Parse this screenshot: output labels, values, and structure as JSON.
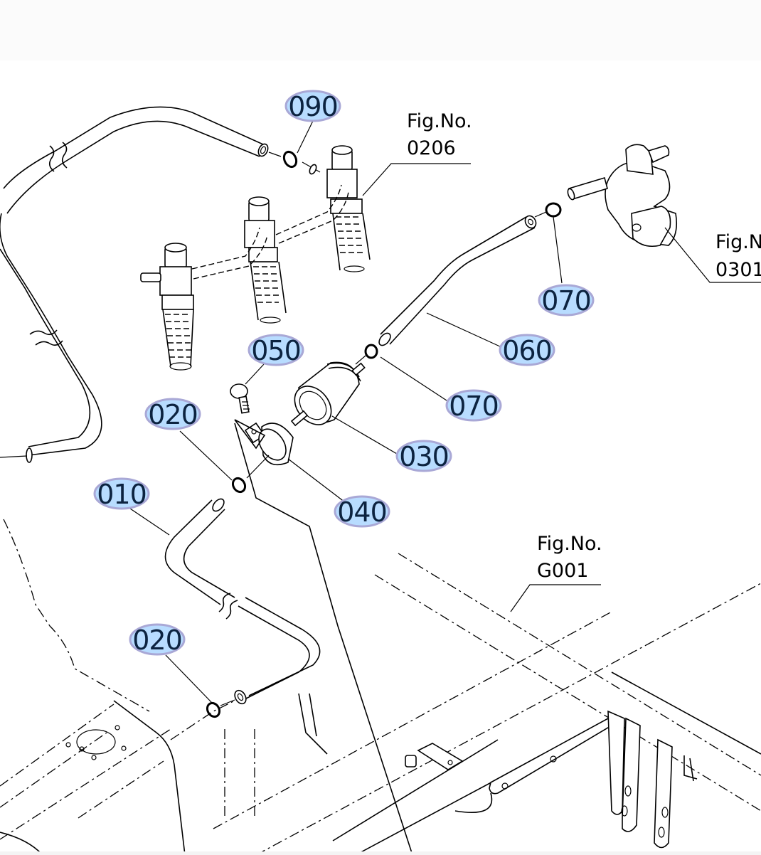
{
  "diagram": {
    "type": "exploded-parts-diagram",
    "subject": "fuel line, fuel filter, injectors",
    "badge_colors": {
      "fill": "#b8dcff",
      "stroke": "#a9a8d6",
      "text": "#0c2340"
    },
    "parts": [
      {
        "id": "010",
        "label": "010"
      },
      {
        "id": "020a",
        "label": "020"
      },
      {
        "id": "020b",
        "label": "020"
      },
      {
        "id": "030",
        "label": "030"
      },
      {
        "id": "040",
        "label": "040"
      },
      {
        "id": "050",
        "label": "050"
      },
      {
        "id": "060",
        "label": "060"
      },
      {
        "id": "070a",
        "label": "070"
      },
      {
        "id": "070b",
        "label": "070"
      },
      {
        "id": "090",
        "label": "090"
      }
    ],
    "figure_refs": [
      {
        "line1": "Fig.No.",
        "line2": "0206"
      },
      {
        "line1": "Fig.N",
        "line2": "0301"
      },
      {
        "line1": "Fig.No.",
        "line2": "G001"
      }
    ]
  }
}
